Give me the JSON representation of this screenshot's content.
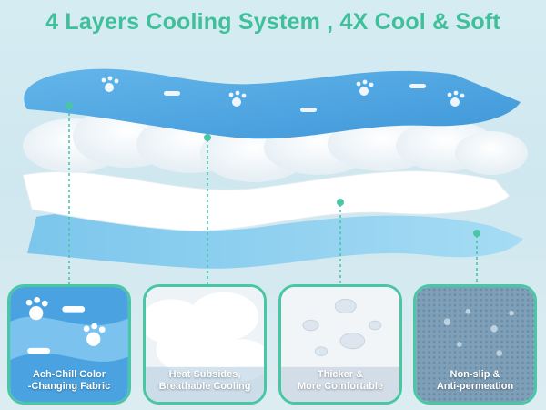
{
  "headline": "4 Layers Cooling System , 4X Cool & Soft",
  "layers": [
    {
      "name": "Ach-Chill Color -Changing Fabric",
      "line1": "Ach-Chill Color",
      "line2": "-Changing Fabric",
      "icon": "paw-print-fabric-icon"
    },
    {
      "name": "Heat Subsides, Breathable Cooling",
      "line1": "Heat Subsides,",
      "line2": "Breathable Cooling",
      "icon": "cotton-fill-icon"
    },
    {
      "name": "Thicker & More Comfortable",
      "line1": "Thicker &",
      "line2": "More Comfortable",
      "icon": "water-drops-icon"
    },
    {
      "name": "Non-slip & Anti-permeation",
      "line1": "Non-slip &",
      "line2": "Anti-permeation",
      "icon": "mesh-base-icon"
    }
  ],
  "colors": {
    "accent": "#49c7a5",
    "headline": "#3fbf9a",
    "top_fabric": "#5aaee6",
    "base_fabric": "#8fd0f0",
    "background": "#d6ecf3"
  }
}
